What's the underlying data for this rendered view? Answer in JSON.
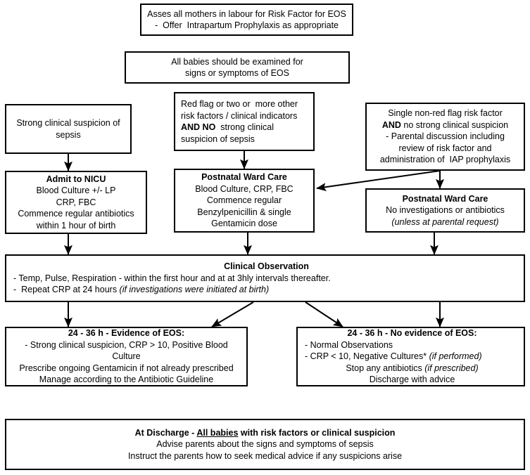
{
  "diagram": {
    "title": "Early Onset Sepsis (EOS) management flowchart",
    "boxes": [
      {
        "name": "assess-mothers",
        "lines": [
          "Asses all mothers in labour for Risk Factor for EOS",
          "-  Offer  Intrapartum Prophylaxis as appropriate"
        ]
      },
      {
        "name": "examine-babies",
        "lines": [
          "All babies should be examined for",
          "signs or symptoms of EOS"
        ]
      },
      {
        "name": "strong-clinical-suspicion",
        "lines": [
          "Strong clinical suspicion of",
          "sepsis"
        ]
      },
      {
        "name": "red-flag-risk-factors",
        "lines": [
          "Red flag or two or  more other",
          "risk factors / clinical indicators",
          "AND NO  strong clinical",
          "suspicion of sepsis"
        ],
        "bold_segment": "AND NO"
      },
      {
        "name": "single-non-red-flag",
        "lines": [
          "Single non-red flag risk factor",
          "AND no strong clinical suspicion",
          "- Parental discussion including",
          "review of risk factor and",
          "administration of  IAP prophylaxis"
        ],
        "bold_segment": "AND"
      },
      {
        "name": "admit-to-nicu",
        "title": "Admit to NICU",
        "lines": [
          "Blood Culture +/- LP",
          "CRP, FBC",
          "Commence regular antibiotics",
          "within 1 hour of birth"
        ]
      },
      {
        "name": "postnatal-ward-care-treat",
        "title": "Postnatal Ward Care",
        "lines": [
          "Blood Culture, CRP, FBC",
          "Commence regular",
          "Benzylpenicillin & single",
          "Gentamicin dose"
        ]
      },
      {
        "name": "postnatal-ward-care-observe",
        "title": "Postnatal Ward Care",
        "lines": [
          "No investigations or antibiotics",
          "(unless at parental request)"
        ],
        "italic_line": "(unless at parental request)"
      },
      {
        "name": "clinical-observation",
        "title": "Clinical Observation",
        "lines": [
          "- Temp, Pulse, Respiration - within the first hour and at at 3hly intervals thereafter.",
          "-  Repeat CRP at 24 hours (if investigations were initiated at birth)"
        ],
        "italic_segment": "(if investigations were initiated at birth)"
      },
      {
        "name": "evidence-of-eos",
        "title": "24 - 36 h - Evidence of EOS:",
        "lines": [
          "- Strong clinical suspicion, CRP > 10, Positive Blood Culture",
          "",
          "Prescribe ongoing Gentamicin if not already prescribed",
          "Manage according to the Antibiotic Guideline"
        ]
      },
      {
        "name": "no-evidence-of-eos",
        "title": "24 - 36 h - No evidence of EOS:",
        "lines": [
          "- Normal Observations",
          "- CRP < 10, Negative Cultures* (if performed)",
          "Stop any antibiotics (if prescribed)",
          "Discharge with advice"
        ],
        "italic_segments": [
          "(if performed)",
          "(if prescribed)"
        ]
      },
      {
        "name": "at-discharge",
        "title": "At Discharge - All babies with risk factors or clinical suspicion",
        "lines": [
          "Advise parents about the signs and symptoms of sepsis",
          "Instruct the parents how to seek medical advice if any suspicions arise"
        ],
        "underlined_segment": "All babies"
      }
    ],
    "colors": {
      "border": "#000000",
      "background": "#ffffff",
      "text": "#000000",
      "connector": "#000000"
    }
  }
}
